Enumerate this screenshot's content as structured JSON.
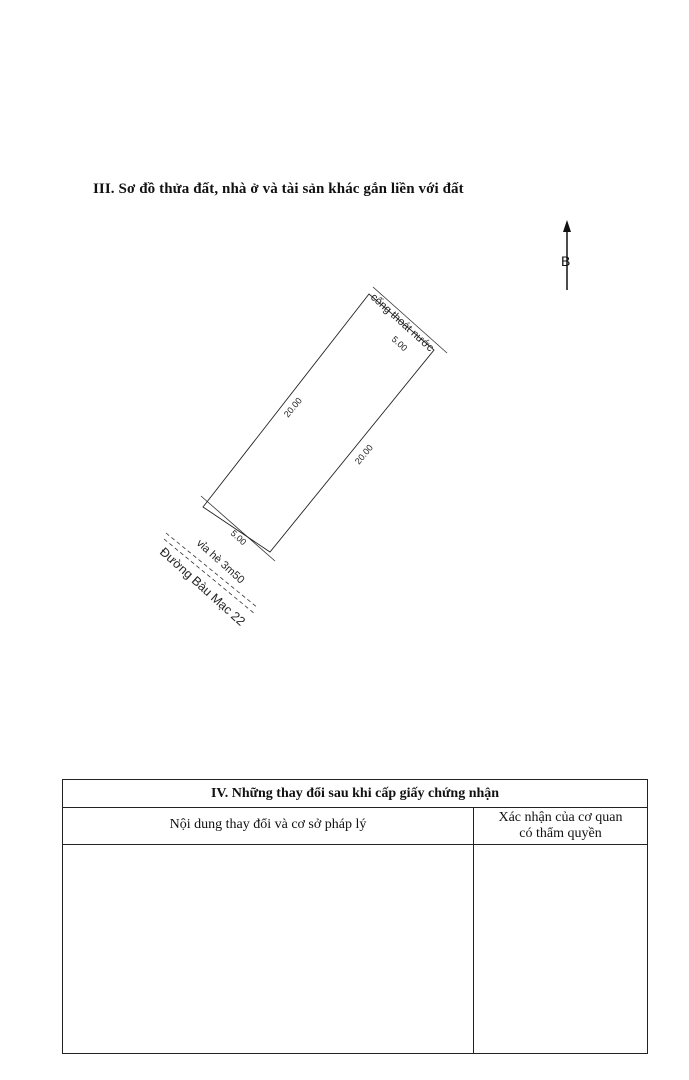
{
  "section_iii": {
    "title": "III. Sơ đồ thửa đất, nhà ở và tài sản khác gắn liền với đất"
  },
  "plot_diagram": {
    "north_label": "B",
    "dim_top": "5.00",
    "dim_bottom": "5.00",
    "dim_left": "20.00",
    "dim_right": "20.00",
    "drain_label": "cống thoát nước",
    "sidewalk_label": "vỉa hè 3m50",
    "road_label": "Đường Bàu Mạc 22"
  },
  "section_iv": {
    "title": "IV. Những thay đổi sau khi cấp giấy chứng nhận",
    "col_content": "Nội dung thay đổi và cơ sở pháp lý",
    "col_confirm_line1": "Xác nhận của cơ quan",
    "col_confirm_line2": "có thẩm quyền"
  }
}
